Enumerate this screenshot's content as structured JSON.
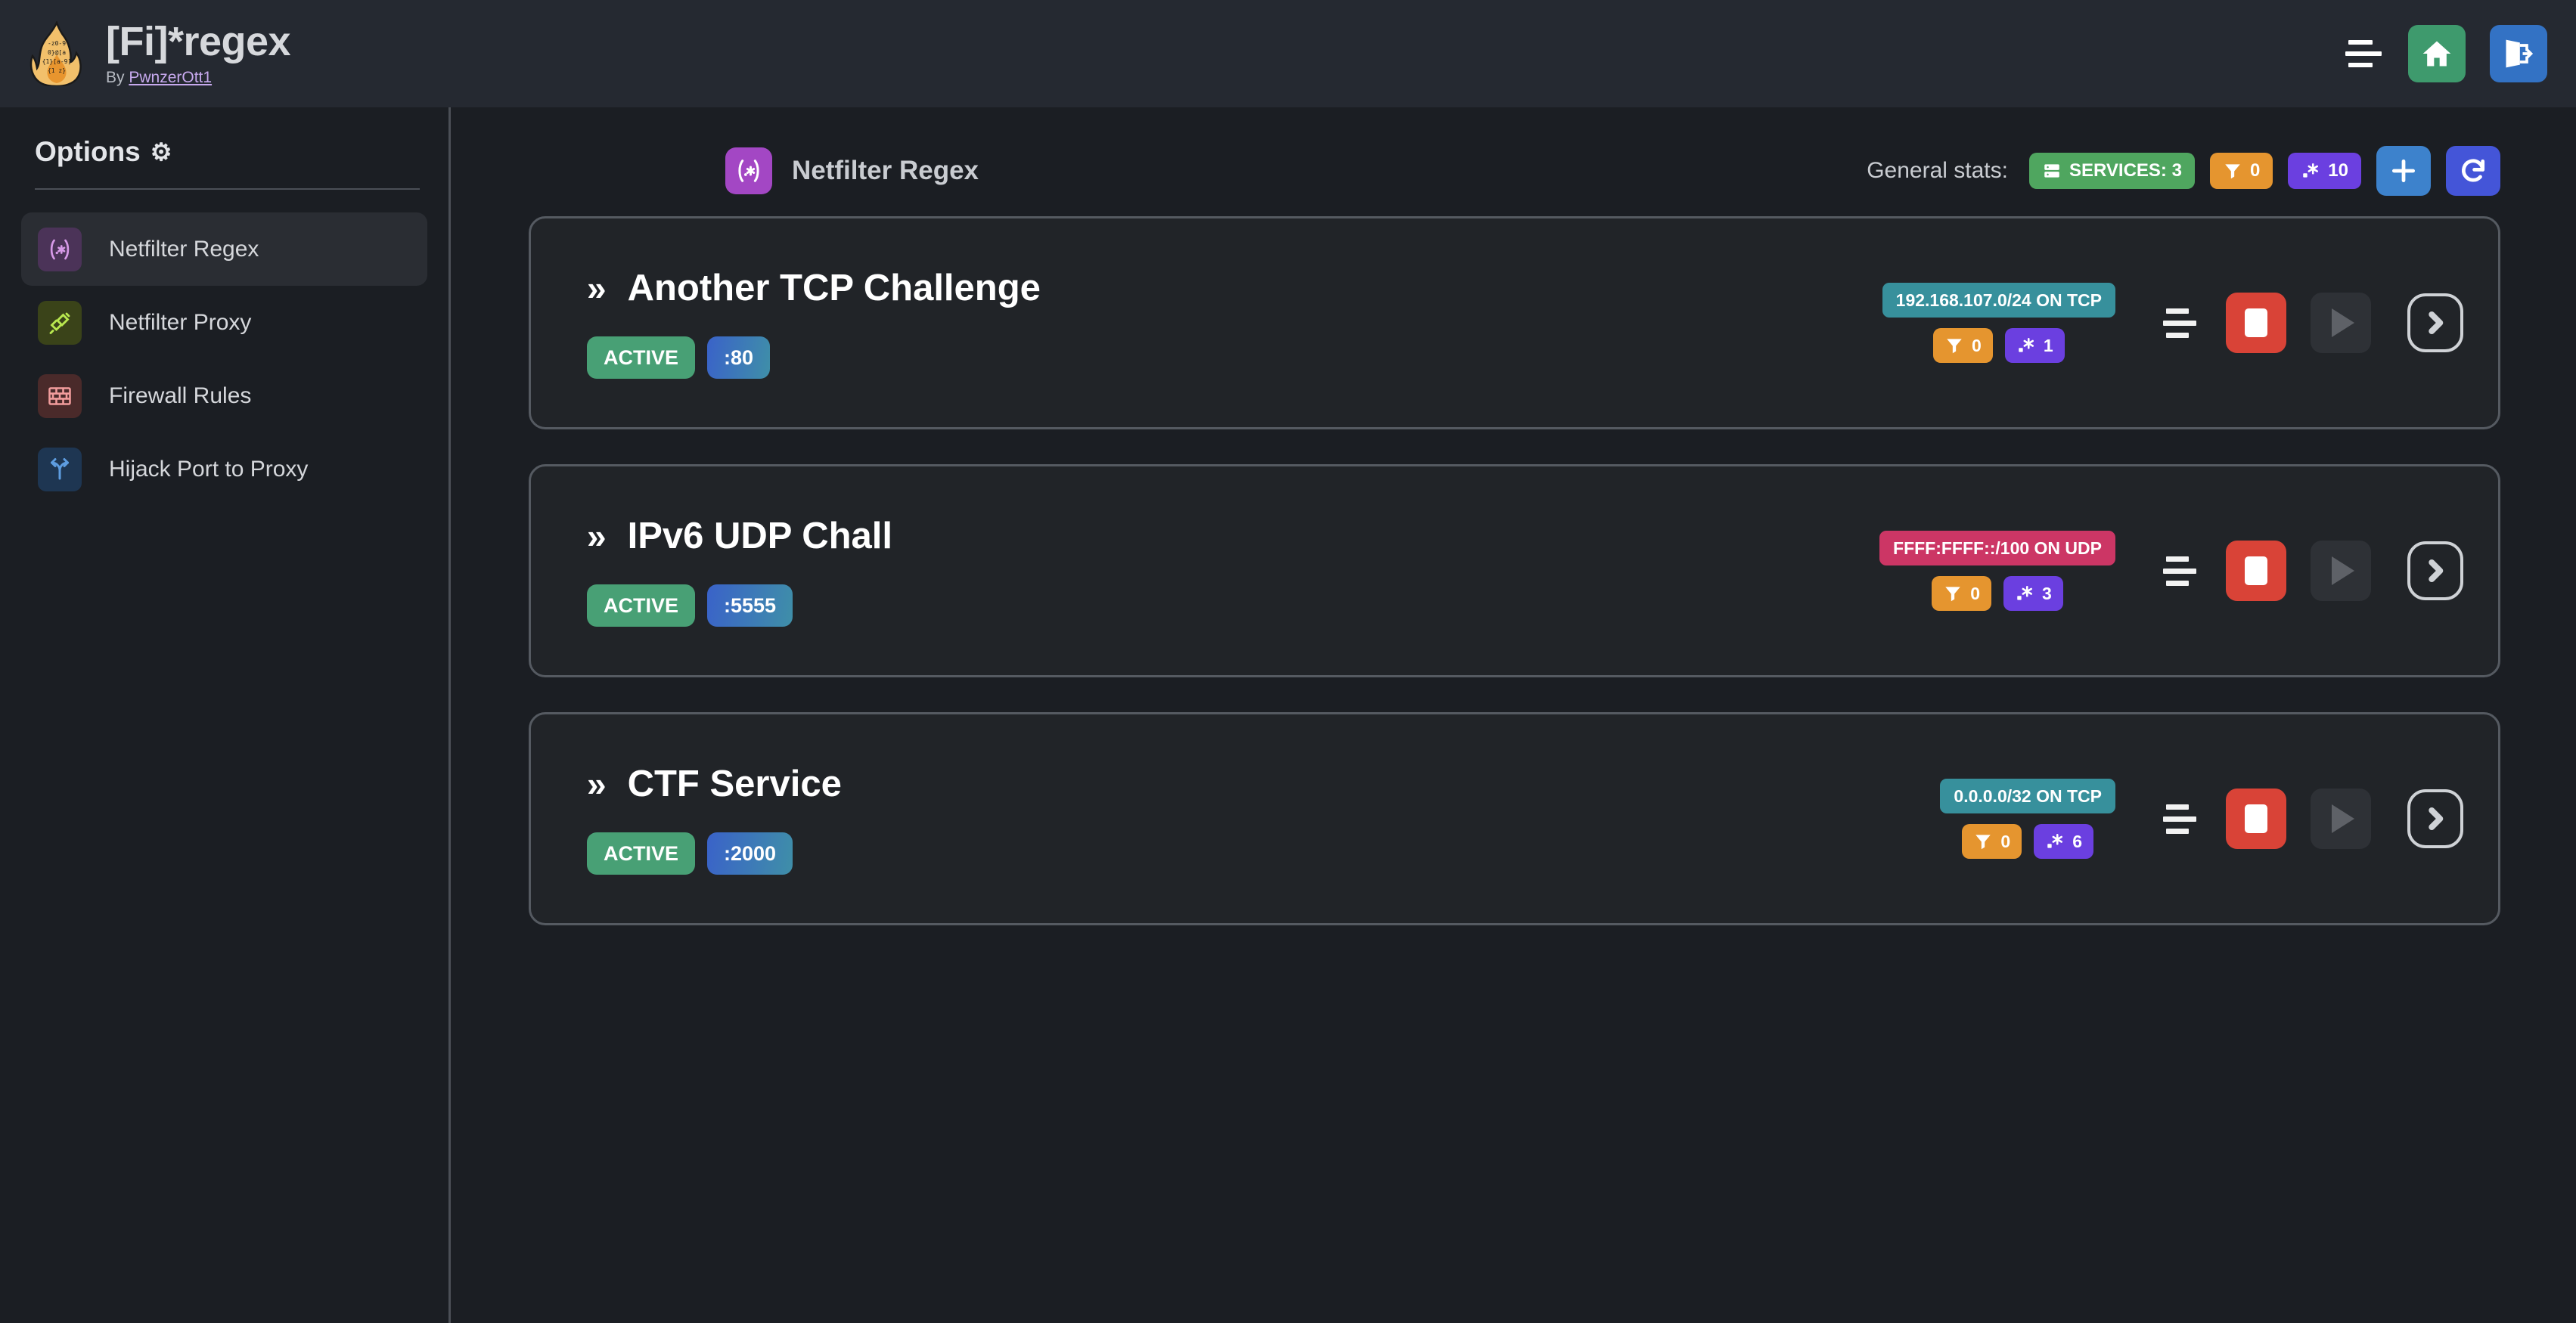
{
  "header": {
    "logo_icon": "flame-regex-logo",
    "title": "[Fi]*regex",
    "by_prefix": "By ",
    "author": "PwnzerOtt1",
    "menu_icon": "hamburger-icon",
    "home_icon": "home-icon",
    "logout_icon": "logout-icon"
  },
  "sidebar": {
    "title": "Options",
    "gear_icon": "gear-icon",
    "items": [
      {
        "label": "Netfilter Regex",
        "icon": "regex-icon",
        "active": true
      },
      {
        "label": "Netfilter Proxy",
        "icon": "plug-icon",
        "active": false
      },
      {
        "label": "Firewall Rules",
        "icon": "brick-wall-icon",
        "active": false
      },
      {
        "label": "Hijack Port to Proxy",
        "icon": "route-icon",
        "active": false
      }
    ]
  },
  "main": {
    "page_icon": "regex-icon",
    "page_title": "Netfilter Regex",
    "stats_label": "General stats:",
    "stats": {
      "services": {
        "icon": "server-icon",
        "label": "SERVICES: 3"
      },
      "filters": {
        "icon": "filter-icon",
        "label": "0"
      },
      "regexes": {
        "icon": "regex-icon",
        "label": "10"
      }
    },
    "add_button": {
      "icon": "plus-icon"
    },
    "refresh_button": {
      "icon": "refresh-icon"
    }
  },
  "services": [
    {
      "name": "Another TCP Challenge",
      "chevron": "»",
      "status": "ACTIVE",
      "port": ":80",
      "network": "192.168.107.0/24 ON TCP",
      "network_type": "tcp",
      "filters": "0",
      "regexes": "1",
      "menu_icon": "service-menu-icon",
      "stop_icon": "stop-icon",
      "play_icon": "play-icon",
      "detail_icon": "chevron-right-icon"
    },
    {
      "name": "IPv6 UDP Chall",
      "chevron": "»",
      "status": "ACTIVE",
      "port": ":5555",
      "network": "FFFF:FFFF::/100 ON UDP",
      "network_type": "udp",
      "filters": "0",
      "regexes": "3",
      "menu_icon": "service-menu-icon",
      "stop_icon": "stop-icon",
      "play_icon": "play-icon",
      "detail_icon": "chevron-right-icon"
    },
    {
      "name": "CTF Service",
      "chevron": "»",
      "status": "ACTIVE",
      "port": ":2000",
      "network": "0.0.0.0/32 ON TCP",
      "network_type": "tcp",
      "filters": "0",
      "regexes": "6",
      "menu_icon": "service-menu-icon",
      "stop_icon": "stop-icon",
      "play_icon": "play-icon",
      "detail_icon": "chevron-right-icon"
    }
  ],
  "colors": {
    "bg": "#1b1e23",
    "header_bg": "#252931",
    "card_bg": "#212428",
    "card_border": "#555a61",
    "green": "#48a075",
    "orange": "#e5952f",
    "purple": "#6b3fe0",
    "teal": "#37909c",
    "crimson": "#cc3665",
    "red": "#d94337",
    "blue": "#3d82cc",
    "indigo": "#4455d8"
  }
}
